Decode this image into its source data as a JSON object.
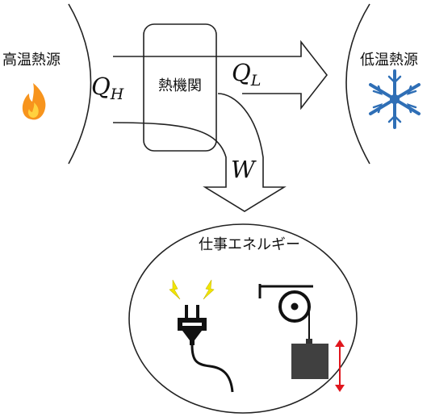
{
  "hot_source": {
    "label": "高温熱源",
    "icon": "flame-icon",
    "colors": {
      "outer": "#f7941d",
      "inner": "#ffd23f"
    }
  },
  "cold_source": {
    "label": "低温熱源",
    "icon": "snowflake-icon",
    "color": "#2f6fb6"
  },
  "engine": {
    "label": "熱機関"
  },
  "heat_in": {
    "symbol": "Q",
    "subscript": "H"
  },
  "heat_out": {
    "symbol": "Q",
    "subscript": "L"
  },
  "work": {
    "symbol": "W"
  },
  "work_energy": {
    "title": "仕事エネルギー",
    "items": [
      {
        "name": "electric plug",
        "icon": "plug-icon",
        "spark_color": "#f2e600"
      },
      {
        "name": "pulley with weight",
        "icon": "pulley-icon",
        "arrow_color": "#e0161d"
      }
    ]
  }
}
